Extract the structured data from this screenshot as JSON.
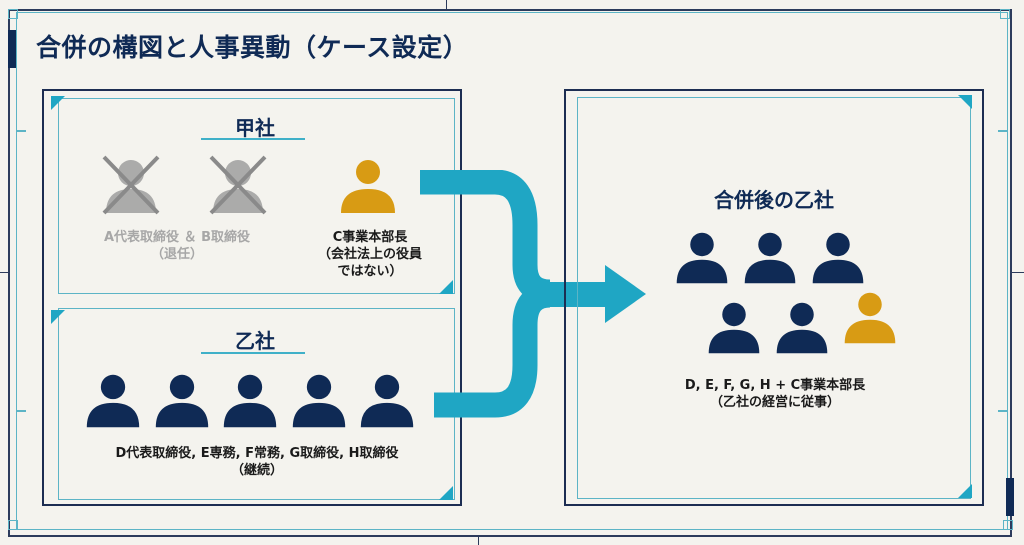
{
  "title": "合併の構図と人事異動（ケース設定）",
  "colors": {
    "navy": "#0f2a55",
    "teal": "#1fa6c4",
    "gold": "#d89b14",
    "grey": "#9d9d9d",
    "background": "#f4f3ee"
  },
  "company_a": {
    "name": "甲社",
    "retired": {
      "label_line1": "A代表取締役 ＆ B取締役",
      "label_line2": "（退任）",
      "icons": [
        "person-crossed-icon",
        "person-crossed-icon"
      ]
    },
    "manager": {
      "label_line1": "C事業本部長",
      "label_line2": "（会社法上の役員",
      "label_line3": "ではない）",
      "icon": "person-gold-icon"
    }
  },
  "company_b": {
    "name": "乙社",
    "members_label_line1": "D代表取締役, E専務, F常務, G取締役, H取締役",
    "members_label_line2": "（継続）",
    "member_count": 5
  },
  "arrow": {
    "icon": "merge-arrow-icon"
  },
  "merged": {
    "name": "合併後の乙社",
    "label_line1": "D, E, F, G, H + C事業本部長",
    "label_line2": "（乙社の経営に従事）",
    "navy_count": 5,
    "gold_count": 1
  }
}
